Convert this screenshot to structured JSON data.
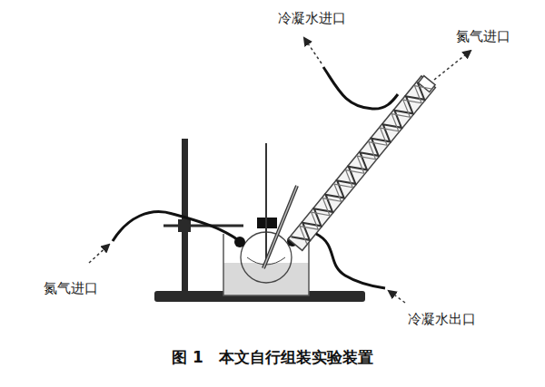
{
  "diagram": {
    "caption": "图 1　本文自行组装实验装置",
    "labels": [
      "冷凝水进口",
      "氮气进口",
      "氮气进口",
      "冷凝水出口"
    ]
  }
}
